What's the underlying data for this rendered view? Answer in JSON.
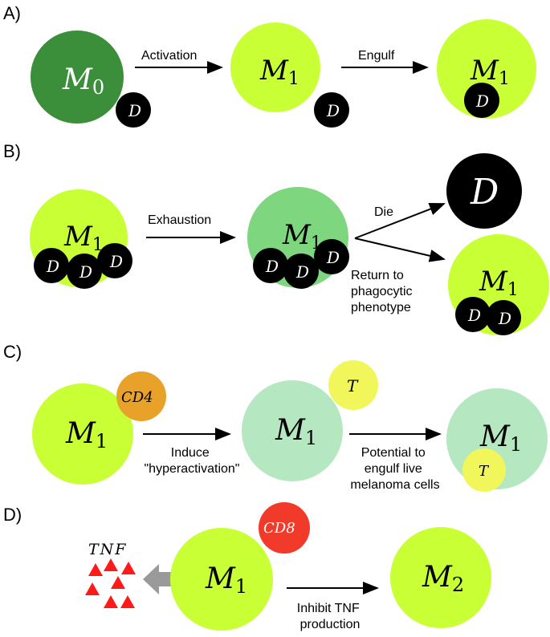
{
  "colors": {
    "m0": "#3b8f3b",
    "m1": "#c8ff35",
    "m1_exhausted": "#7ed67e",
    "m1_hyper": "#b5e8c0",
    "dead": "#000000",
    "cd4": "#e8a22a",
    "t_cell": "#f1f75a",
    "cd8": "#f23a2a",
    "tnf": "#ff1a1a",
    "arrow_grey": "#9a9a9a"
  },
  "panel_a": {
    "label": "A)",
    "m0": {
      "letter": "M",
      "sub": "0"
    },
    "m1": {
      "letter": "M",
      "sub": "1"
    },
    "dead_cell": "D",
    "arrow1": "Activation",
    "arrow2": "Engulf"
  },
  "panel_b": {
    "label": "B)",
    "m1": {
      "letter": "M",
      "sub": "1"
    },
    "dead_cell": "D",
    "arrow1": "Exhaustion",
    "arrow_die": "Die",
    "arrow_return": [
      "Return to",
      "phagocytic",
      "phenotype"
    ]
  },
  "panel_c": {
    "label": "C)",
    "m1": {
      "letter": "M",
      "sub": "1"
    },
    "cd4": "CD4",
    "t_cell": "T",
    "arrow1": [
      "Induce",
      "\"hyperactivation\""
    ],
    "arrow2": [
      "Potential to",
      "engulf live",
      "melanoma cells"
    ]
  },
  "panel_d": {
    "label": "D)",
    "tnf": "TNF",
    "m1": {
      "letter": "M",
      "sub": "1"
    },
    "m2": {
      "letter": "M",
      "sub": "2"
    },
    "cd8": "CD8",
    "arrow1": [
      "Inhibit TNF",
      "production"
    ]
  }
}
